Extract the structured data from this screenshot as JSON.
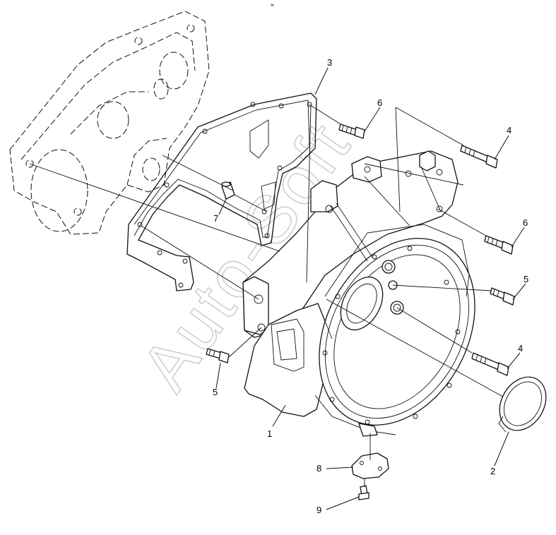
{
  "watermark": "Auto-Soft",
  "corner_mark": "≈",
  "callouts": [
    {
      "id": "c1",
      "text": "1"
    },
    {
      "id": "c2",
      "text": "2"
    },
    {
      "id": "c3",
      "text": "3"
    },
    {
      "id": "c4a",
      "text": "4"
    },
    {
      "id": "c4b",
      "text": "4"
    },
    {
      "id": "c5a",
      "text": "5"
    },
    {
      "id": "c5b",
      "text": "5"
    },
    {
      "id": "c6a",
      "text": "6"
    },
    {
      "id": "c6b",
      "text": "6"
    },
    {
      "id": "c7",
      "text": "7"
    },
    {
      "id": "c8",
      "text": "8"
    },
    {
      "id": "c9",
      "text": "9"
    }
  ]
}
